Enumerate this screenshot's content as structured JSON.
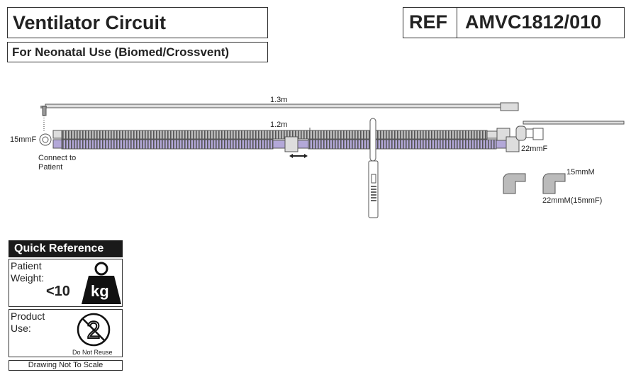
{
  "header": {
    "title": "Ventilator Circuit",
    "subtitle": "For Neonatal Use (Biomed/Crossvent)",
    "ref_label": "REF",
    "ref_code": "AMVC1812/010"
  },
  "diagram": {
    "gas_line_length": "1.3m",
    "tube_length": "1.2m",
    "patient_connector_size": "15mmF",
    "patient_note": [
      "Connect to",
      "Patient"
    ],
    "machine_connector_size": "22mmF",
    "adapter_small": "15mmM",
    "adapter_large": "22mmM(15mmF)"
  },
  "quick_reference": {
    "title": "Quick Reference",
    "weight_label": [
      "Patient",
      "Weight:"
    ],
    "weight_value": "<10",
    "weight_unit": "kg",
    "use_label": [
      "Product",
      "Use:"
    ],
    "use_value": "Do Not Reuse",
    "footer": "Drawing Not To Scale"
  },
  "colors": {
    "tube_gray": "#8a8a8a",
    "tube_purple": "#a99bd0",
    "header_black": "#1a1a1a"
  }
}
